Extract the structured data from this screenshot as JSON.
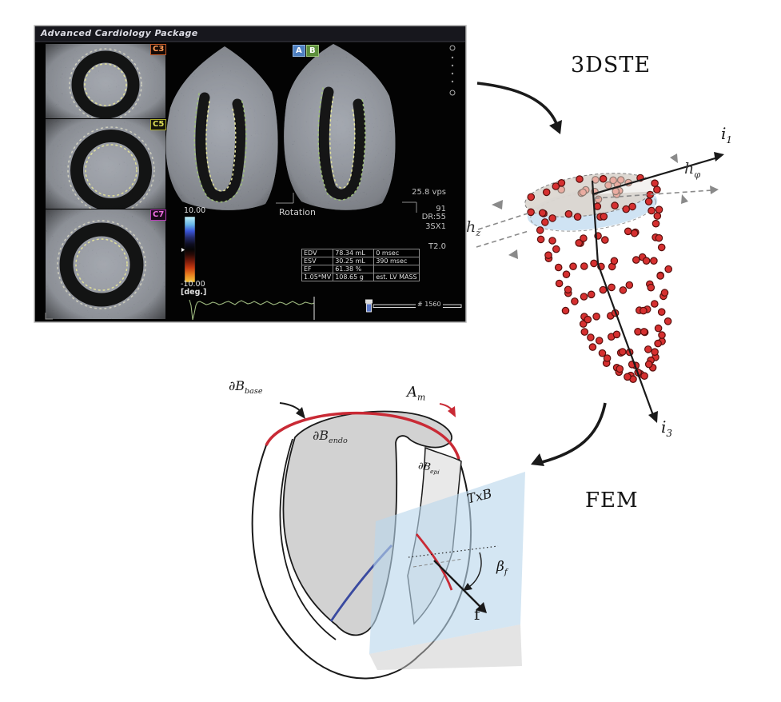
{
  "ultrasound": {
    "title": "Advanced Cardiology Package",
    "views": {
      "c3": "C3",
      "c5": "C5",
      "c7": "C7",
      "a": "A",
      "b": "B"
    },
    "colorbar": {
      "max": "10.00",
      "min": "-10.00",
      "unit": "[deg.]"
    },
    "rotation_label": "Rotation",
    "side_info": {
      "vps": "25.8 vps",
      "gain": "91",
      "dr": "DR:55",
      "probe": "3SX1",
      "t": "T2.0"
    },
    "metrics_table": {
      "rows": [
        {
          "label": "EDV",
          "value": "78.34 mL",
          "time": "0 msec"
        },
        {
          "label": "ESV",
          "value": "30.25 mL",
          "time": "390 msec"
        },
        {
          "label": "EF",
          "value": "61.38 %",
          "time": ""
        },
        {
          "label": "1.05*MV",
          "value": "108.65 g",
          "time": "est. LV MASS"
        }
      ]
    },
    "frame_label": "# 1560"
  },
  "diagram": {
    "ste_label": "3DSTE",
    "fem_label": "FEM",
    "axis_i1": {
      "base": "i",
      "sub": "1"
    },
    "axis_i3": {
      "base": "i",
      "sub": "3"
    },
    "h_phi": {
      "base": "h",
      "sub": "φ"
    },
    "h_z": {
      "base": "h",
      "sub": "z"
    },
    "boundary_base": {
      "base": "∂B",
      "sub": "base"
    },
    "area_m": {
      "base": "A",
      "sub": "m"
    },
    "boundary_endo": {
      "base": "∂B",
      "sub": "endo"
    },
    "boundary_epi": {
      "base": "∂B",
      "sub": "epi"
    },
    "tangent_plane": "TxB",
    "fiber_angle": {
      "base": "β",
      "sub": "f"
    },
    "fiber_vector": "f"
  }
}
